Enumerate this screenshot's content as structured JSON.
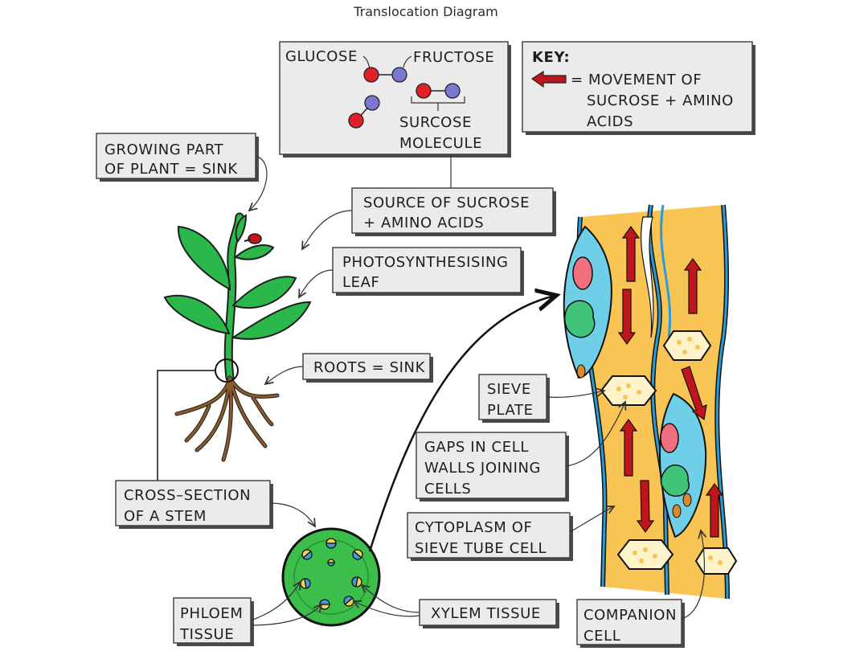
{
  "title": "Translocation Diagram",
  "molecule_box": {
    "glucose": "GLUCOSE",
    "fructose": "FRUCTOSE",
    "sucrose_line1": "SURCOSE",
    "sucrose_line2": "MOLECULE"
  },
  "key": {
    "heading": "KEY:",
    "line1": "= MOVEMENT  OF",
    "line2": "SUCROSE  +  AMINO",
    "line3": "ACIDS"
  },
  "labels": {
    "growing_1": "GROWING  PART",
    "growing_2": "OF  PLANT = SINK",
    "source_1": "SOURCE  OF  SUCROSE",
    "source_2": "+  AMINO  ACIDS",
    "photo_1": "PHOTOSYNTHESISING",
    "photo_2": "LEAF",
    "roots": "ROOTS = SINK",
    "sieve_1": "SIEVE",
    "sieve_2": "PLATE",
    "gaps_1": "GAPS  IN  CELL",
    "gaps_2": "WALLS  JOINING",
    "gaps_3": "CELLS",
    "cross_1": "CROSS–SECTION",
    "cross_2": "OF  A  STEM",
    "cyto_1": "CYTOPLASM  OF",
    "cyto_2": "SIEVE  TUBE  CELL",
    "phloem_1": "PHLOEM",
    "phloem_2": "TISSUE",
    "xylem": "XYLEM  TISSUE",
    "comp_1": "COMPANION",
    "comp_2": "CELL"
  },
  "colors": {
    "glucose": "#e0202a",
    "fructose": "#7b78cf",
    "arrow": "#c0151c",
    "leaf": "#2bb84a",
    "root": "#8a5a2b",
    "cytoplasm": "#f8c453",
    "wall": "#2a9bd6",
    "companion": "#6fcfe8",
    "nucleus": "#f07080",
    "stem": "#3bbf4a",
    "phloem": "#f5d24a",
    "xylem": "#3d9ce0"
  },
  "icons": [
    "red-arrow-icon",
    "glucose-molecule-icon",
    "fructose-molecule-icon"
  ]
}
